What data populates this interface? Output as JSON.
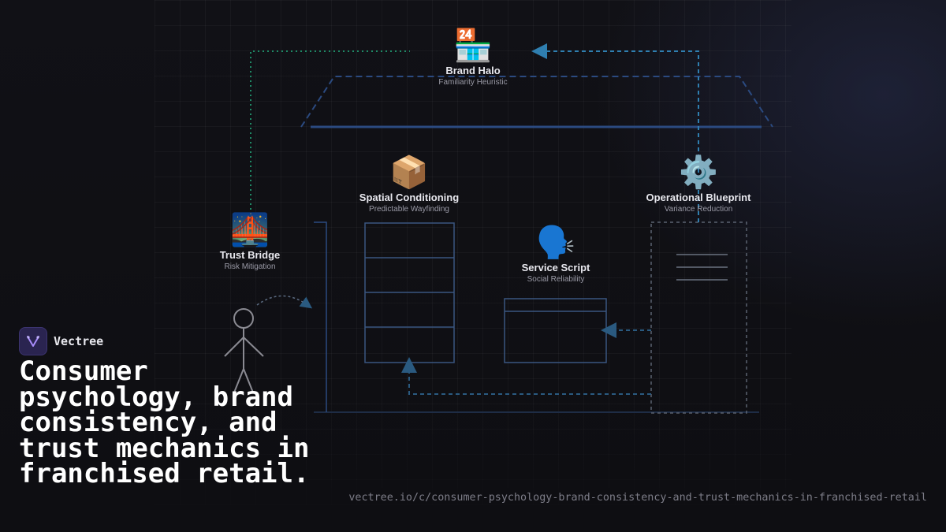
{
  "brand": {
    "name": "Vectree",
    "logo_icon": "vectree-logo-icon",
    "accent_color": "#8b5cf6"
  },
  "headline": "Consumer psychology, brand consistency, and trust mechanics in franchised retail.",
  "url": "vectree.io/c/consumer-psychology-brand-consistency-and-trust-mechanics-in-franchised-retail",
  "diagram": {
    "nodes": {
      "brand_halo": {
        "icon": "🏪",
        "icon_name": "convenience-store-icon",
        "title": "Brand Halo",
        "subtitle": "Familiarity Heuristic"
      },
      "spatial_conditioning": {
        "icon": "📦",
        "icon_name": "package-icon",
        "title": "Spatial Conditioning",
        "subtitle": "Predictable Wayfinding"
      },
      "operational_blueprint": {
        "icon": "⚙️",
        "icon_name": "gear-icon",
        "title": "Operational Blueprint",
        "subtitle": "Variance Reduction"
      },
      "trust_bridge": {
        "icon": "🌉",
        "icon_name": "bridge-at-night-icon",
        "title": "Trust Bridge",
        "subtitle": "Risk Mitigation"
      },
      "service_script": {
        "icon": "🗣️",
        "icon_name": "speaking-head-icon",
        "title": "Service Script",
        "subtitle": "Social Reliability"
      }
    },
    "colors": {
      "store_outline": "#2b4a80",
      "teal_connector": "#1f8a66",
      "blue_connector": "#2f7fb0",
      "fixture_outline": "#3a5680",
      "blueprint_box": "#5a6270",
      "figure": "#8a8a92"
    }
  }
}
